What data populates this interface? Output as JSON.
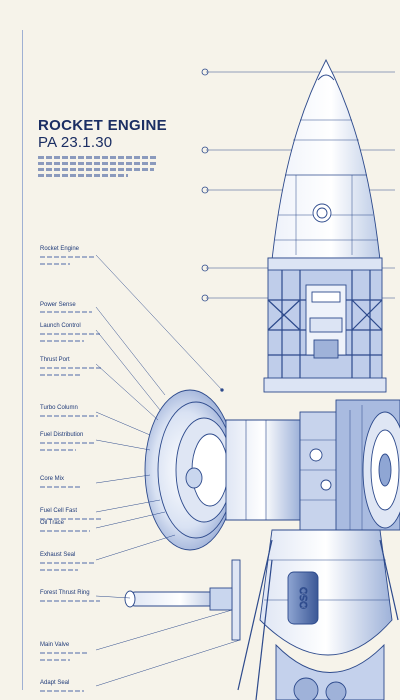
{
  "title": "ROCKET ENGINE",
  "subtitle": "PA 23.1.30",
  "left_labels": [
    "Rocket Engine",
    "Power Sense",
    "Launch Control",
    "Thrust Port",
    "Turbo Column",
    "Fuel Distribution",
    "Core Mix",
    "Fuel Cell Fast",
    "Oil Trace",
    "Exhaust Seal",
    "Forest Thrust Ring",
    "Main Valve",
    "Adapt Seal"
  ],
  "colors": {
    "paper": "#f6f3ea",
    "ink": "#1f3a78",
    "light_blue": "#c9d6ee",
    "mid_blue": "#8fa6d4",
    "dark_blue": "#2d4a8c"
  }
}
